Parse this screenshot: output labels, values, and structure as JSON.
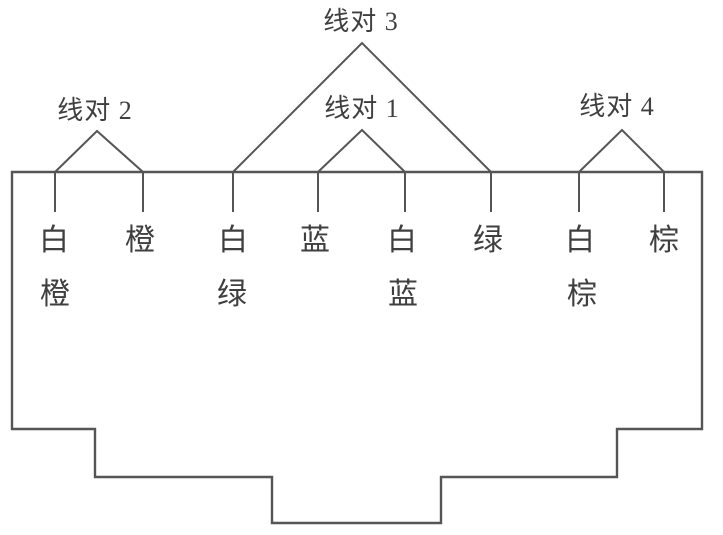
{
  "diagram": {
    "type": "rj45-connector-wire-pair-diagram",
    "language": "zh-CN"
  },
  "colors": {
    "line": "#555555",
    "text": "#3f3f3f",
    "background": "#ffffff"
  },
  "pairs": {
    "pair1": {
      "label": "线对 1"
    },
    "pair2": {
      "label": "线对 2"
    },
    "pair3": {
      "label": "线对 3"
    },
    "pair4": {
      "label": "线对 4"
    }
  },
  "wires": [
    {
      "top": "白",
      "bottom": "橙"
    },
    {
      "top": "橙",
      "bottom": ""
    },
    {
      "top": "白",
      "bottom": "绿"
    },
    {
      "top": "蓝",
      "bottom": ""
    },
    {
      "top": "白",
      "bottom": "蓝"
    },
    {
      "top": "绿",
      "bottom": ""
    },
    {
      "top": "白",
      "bottom": "棕"
    },
    {
      "top": "棕",
      "bottom": ""
    }
  ]
}
